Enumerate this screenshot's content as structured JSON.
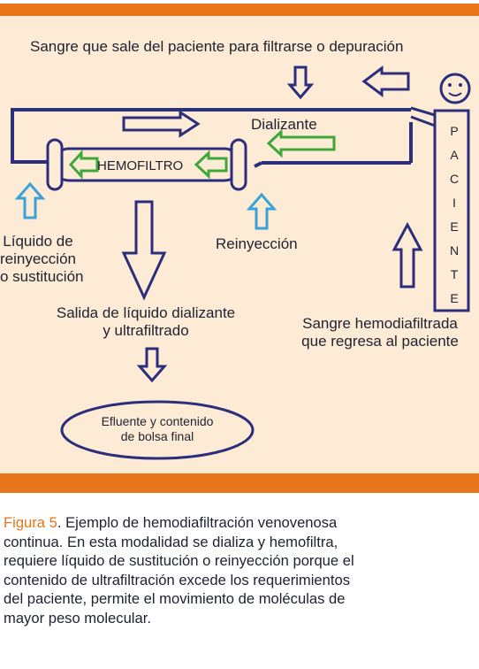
{
  "diagram": {
    "top_label": "Sangre que sale del paciente para filtrarse o depuración",
    "dializante": "Dializante",
    "hemofiltro": "HEMOFILTRO",
    "patient_letters": [
      "P",
      "A",
      "C",
      "I",
      "E",
      "N",
      "T",
      "E"
    ],
    "reinjection_fluid": [
      "Líquido de",
      "reinyección",
      "o sustitución"
    ],
    "reinyeccion": "Reinyección",
    "outflow": [
      "Salida de líquido dializante",
      "y ultrafiltrado"
    ],
    "return_blood": [
      "Sangre hemodiafiltrada",
      "que regresa al paciente"
    ],
    "effluent": [
      "Efluente y contenido",
      "de bolsa final"
    ]
  },
  "caption": {
    "label": "Figura 5",
    "separator": ".",
    "lines": [
      " Ejemplo de hemodiafiltración venovenosa",
      "continua. En esta modalidad se dializa y hemofiltra,",
      "requiere líquido de sustitución o reinyección porque el",
      "contenido de ultrafiltración excede los requerimientos",
      "del paciente, permite el movimiento de moléculas de",
      "mayor peso molecular."
    ]
  },
  "colors": {
    "accent": "#E8751A",
    "panel": "#FDEBD6",
    "navy": "#2B2E7A",
    "green": "#3DA83A",
    "blue": "#3AA2D8"
  }
}
